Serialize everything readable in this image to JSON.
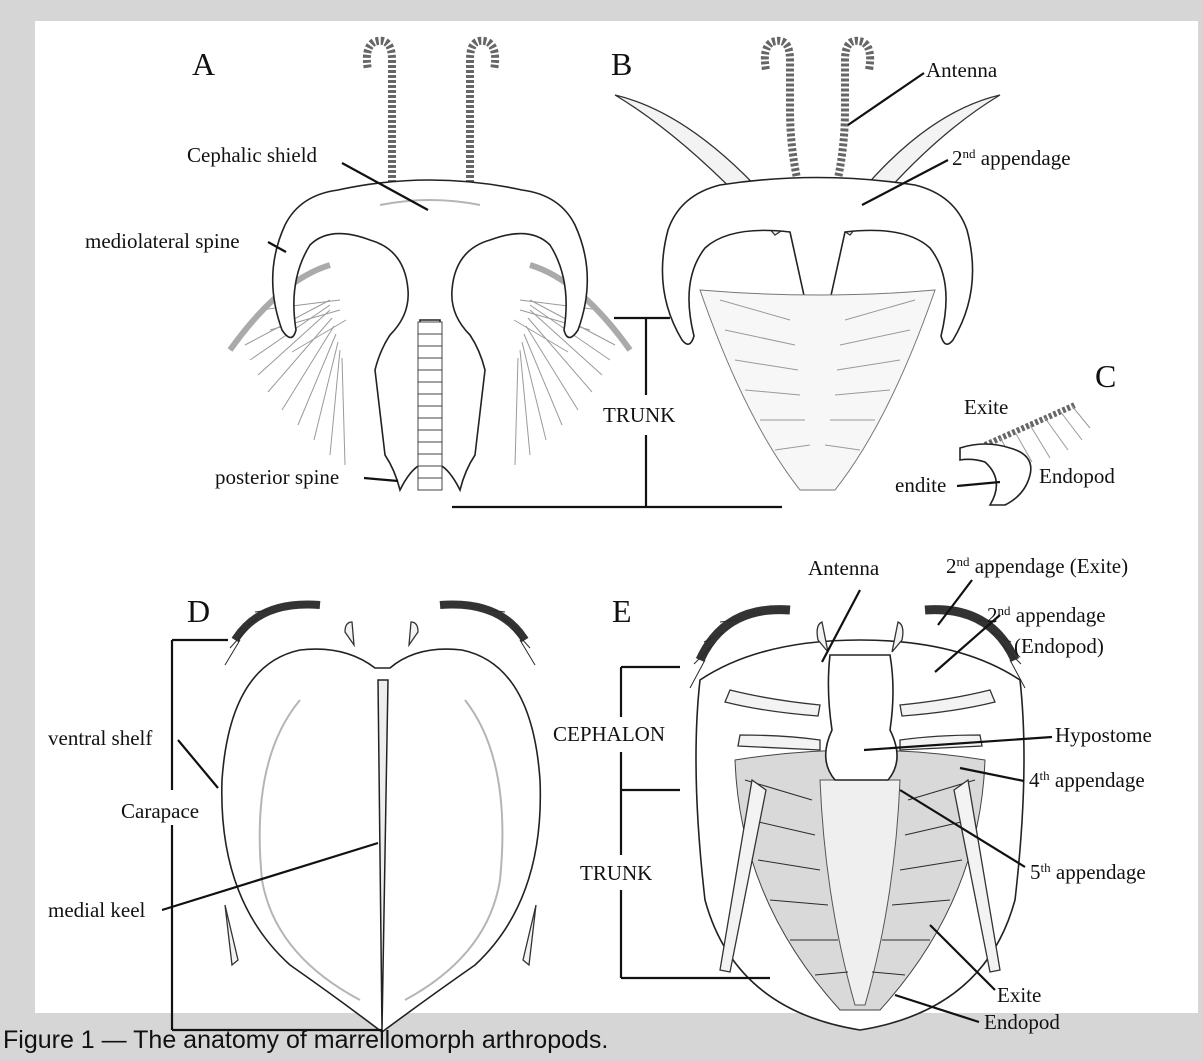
{
  "caption": "Figure 1 — The anatomy of marrellomorph arthropods.",
  "panels": {
    "A": {
      "letter": "A",
      "labels": {
        "cephalic_shield": "Cephalic shield",
        "mediolateral_spine": "mediolateral spine",
        "posterior_spine": "posterior spine"
      }
    },
    "B": {
      "letter": "B",
      "labels": {
        "antenna": "Antenna",
        "second_appendage_prefix": "2",
        "second_appendage_sup": "nd",
        "second_appendage_suffix": " appendage",
        "trunk": "TRUNK"
      }
    },
    "C": {
      "letter": "C",
      "labels": {
        "exite": "Exite",
        "endite": "endite",
        "endopod": "Endopod"
      }
    },
    "D": {
      "letter": "D",
      "labels": {
        "ventral_shelf": "ventral shelf",
        "carapace": "Carapace",
        "medial_keel": "medial keel"
      }
    },
    "E": {
      "letter": "E",
      "labels": {
        "antenna": "Antenna",
        "second_exite_sup": "nd",
        "second_exite_suffix": " appendage (Exite)",
        "second_endopod_sup": "nd",
        "second_endopod_suffix": " appendage",
        "second_endopod_line2": "(Endopod)",
        "hypostome": "Hypostome",
        "fourth_prefix": "4",
        "fourth_sup": "th",
        "fourth_suffix": " appendage",
        "fifth_prefix": "5",
        "fifth_sup": "th",
        "fifth_suffix": " appendage",
        "cephalon": "CEPHALON",
        "trunk": "TRUNK",
        "exite": "Exite",
        "endopod": "Endopod"
      }
    }
  }
}
